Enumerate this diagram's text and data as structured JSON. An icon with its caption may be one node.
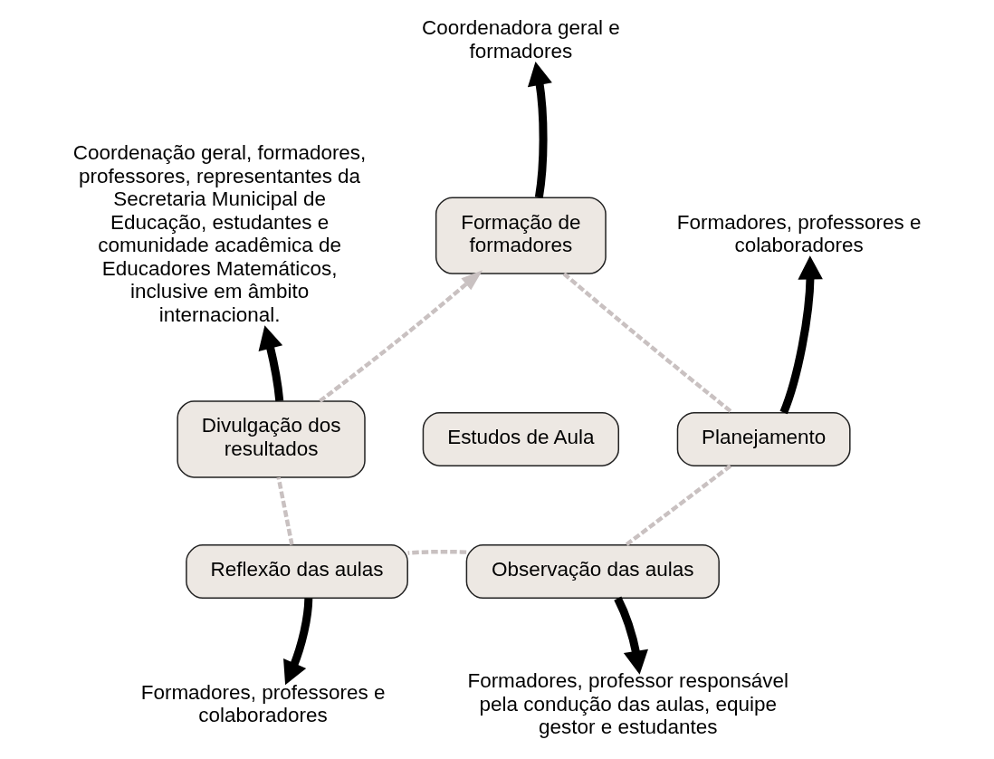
{
  "diagram": {
    "nodes": [
      {
        "text": [
          "Formação de formadores"
        ]
      },
      {
        "text": [
          "Planejamento"
        ]
      },
      {
        "text": [
          "Observação das aulas"
        ]
      },
      {
        "text": [
          "Reflexão das aulas"
        ]
      },
      {
        "text": [
          "Divulgação dos resultados"
        ]
      },
      {
        "text": [
          "Estudos de Aula"
        ]
      },
      {
        "text": [
          "Coordenadora geral e formadores"
        ]
      },
      {
        "text": [
          "Formadores, professores e colaboradores"
        ]
      },
      {
        "text": [
          "Formadores, professor responsável pela condução das aulas, equipe gestor e estudantes"
        ]
      },
      {
        "text": [
          "Formadores, professores e colaboradores"
        ]
      },
      {
        "text": [
          "Coordenação geral, formadores, professores, representantes da Secretaria Municipal de Educação, estudantes e comunidade acadêmica de Educadores Matemáticos, inclusive em âmbito internacional."
        ]
      }
    ],
    "edges": [
      {
        "from": 0,
        "to": 1,
        "arrow": "none",
        "style": "dashed",
        "color": "#c9c1c1"
      },
      {
        "from": 1,
        "to": 2,
        "arrow": "none",
        "style": "dashed",
        "color": "#c9c1c1"
      },
      {
        "from": 2,
        "to": 3,
        "arrow": "none",
        "style": "dashed",
        "color": "#c9c1c1"
      },
      {
        "from": 3,
        "to": 4,
        "arrow": "none",
        "style": "dashed",
        "color": "#c9c1c1"
      },
      {
        "from": 4,
        "to": 0,
        "arrow": "to",
        "style": "dashed",
        "color": "#c9c1c1"
      },
      {
        "from": 0,
        "to": 6,
        "arrow": "to",
        "style": "thick",
        "color": "#000000"
      },
      {
        "from": 1,
        "to": 7,
        "arrow": "to",
        "style": "thick",
        "color": "#000000"
      },
      {
        "from": 2,
        "to": 8,
        "arrow": "to",
        "style": "thick",
        "color": "#000000"
      },
      {
        "from": 3,
        "to": 9,
        "arrow": "to",
        "style": "thick",
        "color": "#000000"
      },
      {
        "from": 4,
        "to": 10,
        "arrow": "to",
        "style": "thick",
        "color": "#000000"
      }
    ]
  }
}
